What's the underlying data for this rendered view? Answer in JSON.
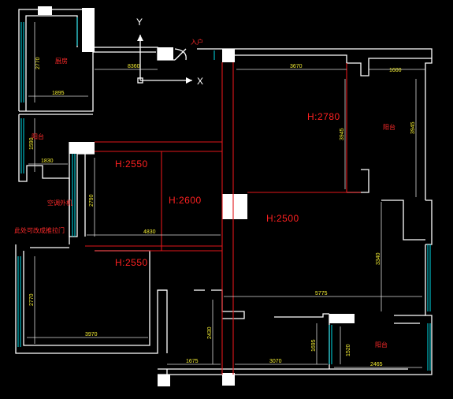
{
  "rooms": {
    "kitchen": "厨房",
    "balcony_top_left": "阳台",
    "balcony_right": "阳台",
    "balcony_bottom_right": "阳台",
    "entrance": "入户",
    "ac_outdoor": "空调外机",
    "sliding_note": "此处可改成推拉门"
  },
  "axes": {
    "y": "Y",
    "x": "X"
  },
  "ceiling_heights": {
    "living": "H:2780",
    "mid_upper": "H:2550",
    "corridor": "H:2600",
    "hall": "H:2500",
    "mid_lower": "H:2550"
  },
  "dimensions": {
    "kitchen_height": "2770",
    "kitchen_width": "1895",
    "entry_width": "8360",
    "living_width": "3670",
    "living_right_width": "1600",
    "living_height_left": "3945",
    "living_height_right": "3945",
    "balcony_height": "1590",
    "balcony_width": "1830",
    "mid_room_height": "2790",
    "mid_room_width": "4830",
    "hall_height": "3340",
    "bedroom_height": "2770",
    "bedroom_width": "3970",
    "hall_width": "5775",
    "bottom_span_a": "1675",
    "bottom_span_b": "3070",
    "bottom_height_a": "2430",
    "bottom_height_b": "1695",
    "balcony_br_height": "1520",
    "balcony_br_width": "2465"
  },
  "colors": {
    "background": "#000000",
    "wall": "#ffffff",
    "ceiling_line": "#e0161a",
    "dimension_text": "#f4ee34",
    "window_glass": "#00c8d2"
  }
}
